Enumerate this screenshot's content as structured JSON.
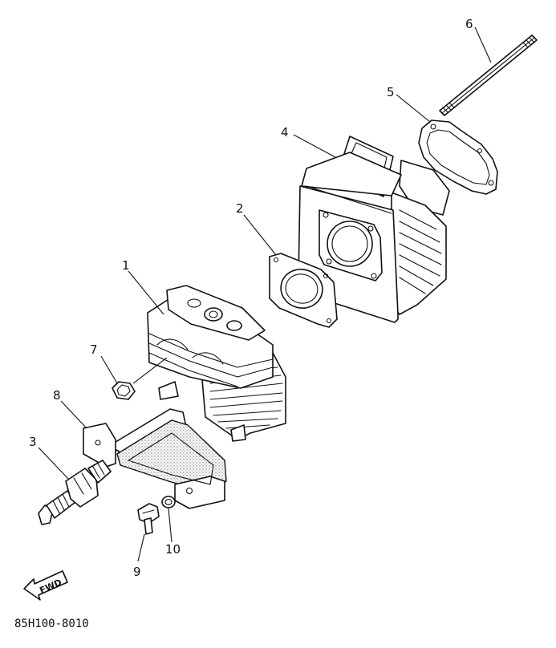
{
  "diagram": {
    "callouts": [
      "1",
      "2",
      "3",
      "4",
      "5",
      "6",
      "7",
      "8",
      "9",
      "10"
    ],
    "direction_marker": "FWD",
    "drawing_code": "85H100-8010"
  },
  "parts": {
    "cylinder_head": "part-1",
    "cylinder_head_gasket": "part-2",
    "spark_plug": "part-3",
    "cylinder": "part-4",
    "cylinder_gasket": "part-5",
    "stud_bolt": "part-6",
    "nut": "part-7",
    "head_cover": "part-8",
    "bolt": "part-9",
    "washer": "part-10"
  }
}
